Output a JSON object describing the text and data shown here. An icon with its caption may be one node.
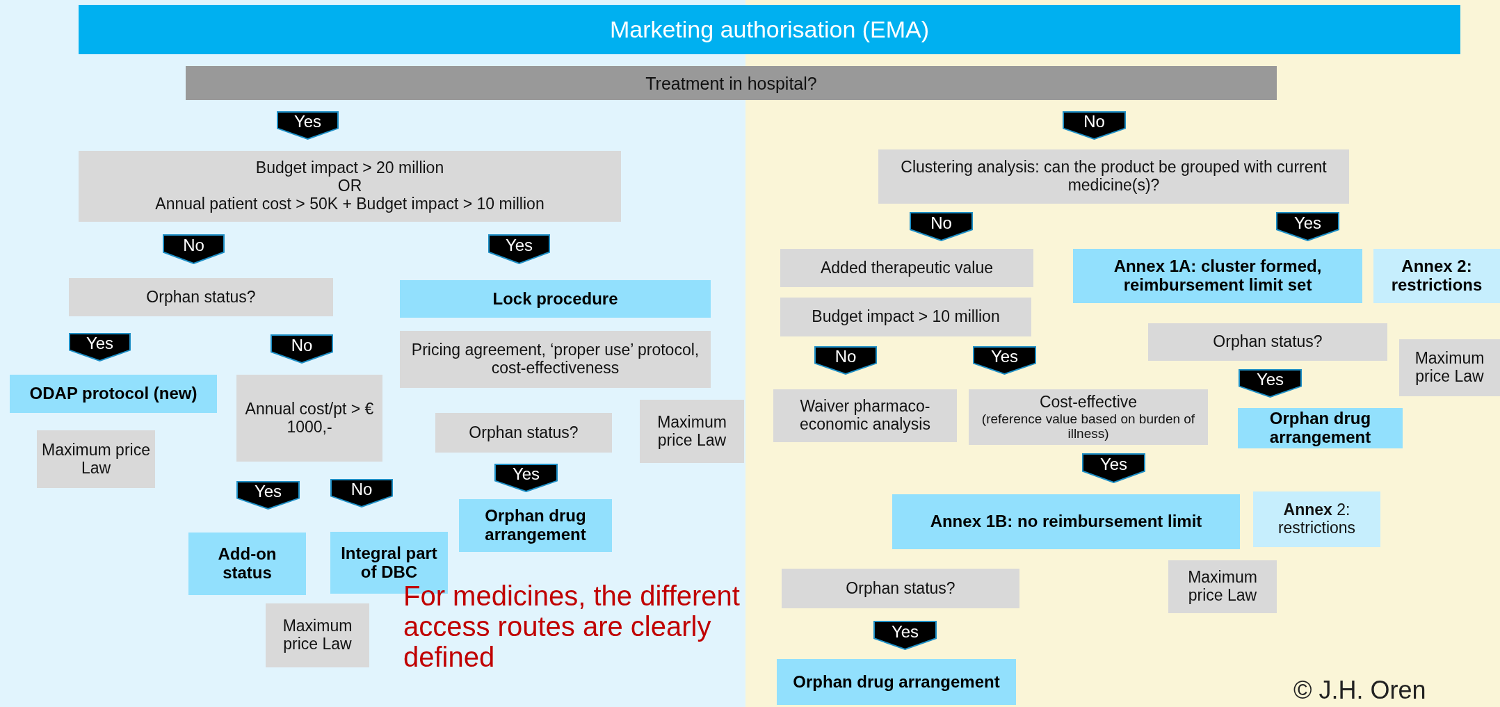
{
  "diagram": {
    "nodes": [
      {
        "text": [
          "Marketing authorisation (EMA)"
        ]
      },
      {
        "text": [
          "Treatment in hospital?"
        ]
      },
      {
        "text": [
          "Yes"
        ]
      },
      {
        "text": [
          "No"
        ]
      },
      {
        "text": [
          "Budget impact > 20 million",
          "OR",
          "Annual patient cost > 50K + Budget impact > 10 million"
        ]
      },
      {
        "text": [
          "Clustering analysis: can the product be grouped with current medicine(s)?"
        ]
      },
      {
        "text": [
          "No"
        ]
      },
      {
        "text": [
          "Yes"
        ]
      },
      {
        "text": [
          "No"
        ]
      },
      {
        "text": [
          "Yes"
        ]
      },
      {
        "text": [
          "Orphan status?"
        ]
      },
      {
        "text": [
          "Lock procedure"
        ]
      },
      {
        "text": [
          "Added therapeutic value"
        ]
      },
      {
        "text": [
          "Annex 1A: cluster formed, reimbursement limit set"
        ]
      },
      {
        "text": [
          "Annex 2: restrictions"
        ]
      },
      {
        "text": [
          "Budget impact > 10 million"
        ]
      },
      {
        "text": [
          "Yes"
        ]
      },
      {
        "text": [
          "No"
        ]
      },
      {
        "text": [
          "Pricing agreement, ‘proper use’ protocol, cost-effectiveness"
        ]
      },
      {
        "text": [
          "Orphan status?"
        ]
      },
      {
        "text": [
          "Maximum price Law"
        ]
      },
      {
        "text": [
          "No"
        ]
      },
      {
        "text": [
          "Yes"
        ]
      },
      {
        "text": [
          "Yes"
        ]
      },
      {
        "text": [
          "ODAP protocol (new)"
        ]
      },
      {
        "text": [
          "Annual cost/pt > € 1000,-"
        ]
      },
      {
        "text": [
          "Waiver pharmaco-economic analysis"
        ]
      },
      {
        "text": [
          "Cost-effective",
          "(reference value based on burden of illness)"
        ]
      },
      {
        "text": [
          "Orphan drug arrangement"
        ]
      },
      {
        "text": [
          "Maximum price Law"
        ]
      },
      {
        "text": [
          "Orphan status?"
        ]
      },
      {
        "text": [
          "Maximum price Law"
        ]
      },
      {
        "text": [
          "Yes"
        ]
      },
      {
        "text": [
          "Yes"
        ]
      },
      {
        "text": [
          "No"
        ]
      },
      {
        "text": [
          "Yes"
        ]
      },
      {
        "text": [
          "Orphan drug arrangement"
        ]
      },
      {
        "text": [
          "Annex 1B: no reimbursement limit"
        ]
      },
      {
        "text": [
          "**Annex** 2: restrictions"
        ]
      },
      {
        "text": [
          "Add-on status"
        ]
      },
      {
        "text": [
          "Integral part of DBC"
        ]
      },
      {
        "text": [
          "Orphan status?"
        ]
      },
      {
        "text": [
          "Maximum price Law"
        ]
      },
      {
        "text": [
          "Maximum price Law"
        ]
      },
      {
        "text": [
          "Yes"
        ]
      },
      {
        "text": [
          "Orphan drug arrangement"
        ]
      }
    ],
    "labels": [
      "For medicines, the different access routes are clearly defined",
      "© J.H. Oren"
    ]
  }
}
